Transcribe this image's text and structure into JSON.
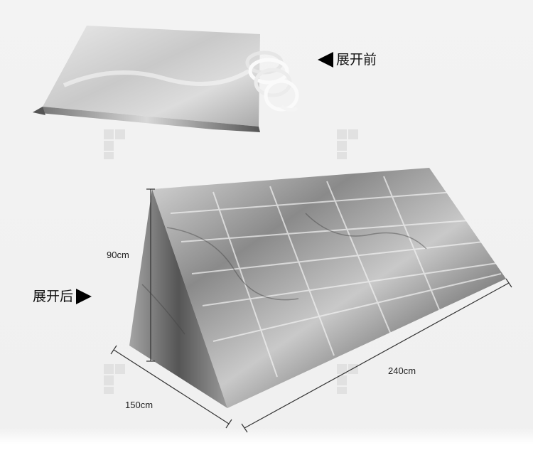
{
  "labels": {
    "before": "展开前",
    "after": "展开后"
  },
  "dimensions": {
    "height": "90cm",
    "width": "150cm",
    "length": "240cm"
  },
  "icons": {
    "before_arrow": "triangle-left-icon",
    "after_arrow": "triangle-right-icon"
  },
  "colors": {
    "background": "#f0f0f0",
    "foil": "#b8b8b8",
    "text": "#111111"
  }
}
